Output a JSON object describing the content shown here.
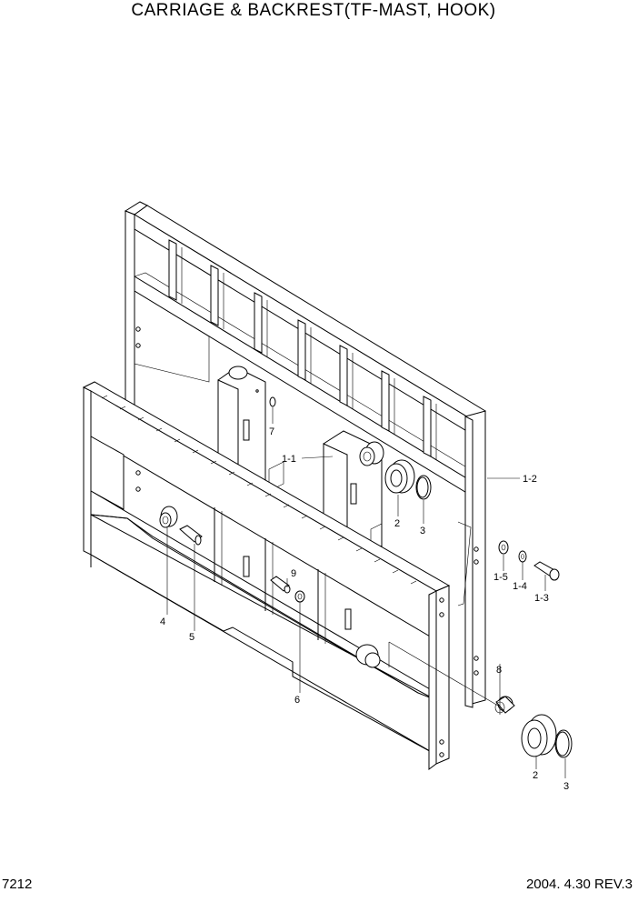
{
  "title": "CARRIAGE & BACKREST(TF-MAST, HOOK)",
  "footer": {
    "page_number": "7212",
    "revision": "2004. 4.30 REV.3"
  },
  "callouts": [
    {
      "id": "c-7",
      "label": "7"
    },
    {
      "id": "c-1-1",
      "label": "1-1"
    },
    {
      "id": "c-1-2",
      "label": "1-2"
    },
    {
      "id": "c-2a",
      "label": "2"
    },
    {
      "id": "c-3a",
      "label": "3"
    },
    {
      "id": "c-1-5",
      "label": "1-5"
    },
    {
      "id": "c-1-4",
      "label": "1-4"
    },
    {
      "id": "c-1-3",
      "label": "1-3"
    },
    {
      "id": "c-9",
      "label": "9"
    },
    {
      "id": "c-4",
      "label": "4"
    },
    {
      "id": "c-5",
      "label": "5"
    },
    {
      "id": "c-6",
      "label": "6"
    },
    {
      "id": "c-8",
      "label": "8"
    },
    {
      "id": "c-2b",
      "label": "2"
    },
    {
      "id": "c-3b",
      "label": "3"
    }
  ]
}
